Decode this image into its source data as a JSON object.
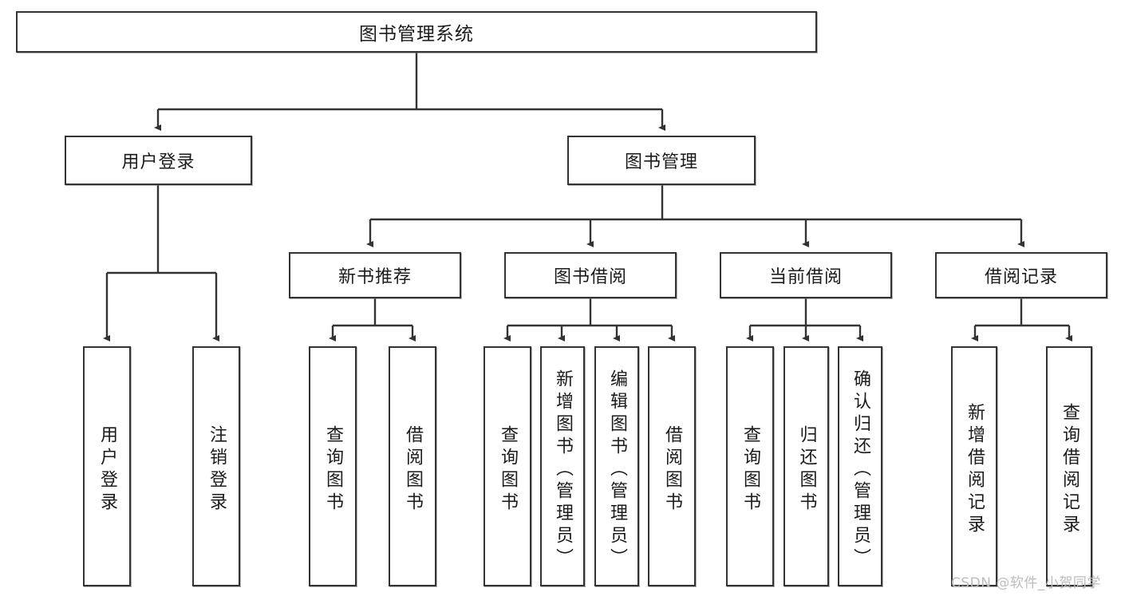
{
  "diagram": {
    "title": "图书管理系统",
    "type": "hierarchy-tree",
    "watermark": "CSDN @软件_小贺同学",
    "colors": {
      "box_border": "#333333",
      "box_fill": "#ffffff",
      "line": "#333333",
      "text": "#1b1b1b",
      "watermark": "#bdbdbd"
    },
    "nodes": {
      "root": {
        "label": "图书管理系统"
      },
      "level2": [
        {
          "label": "用户登录"
        },
        {
          "label": "图书管理"
        }
      ],
      "level3": [
        {
          "label": "新书推荐"
        },
        {
          "label": "图书借阅"
        },
        {
          "label": "当前借阅"
        },
        {
          "label": "借阅记录"
        }
      ],
      "leaves": {
        "user_login": [
          {
            "label": "用户登录"
          },
          {
            "label": "注销登录"
          }
        ],
        "new_book_recommend": [
          {
            "label": "查询图书"
          },
          {
            "label": "借阅图书"
          }
        ],
        "book_borrow": [
          {
            "label": "查询图书"
          },
          {
            "label": "新增图书（管理员）"
          },
          {
            "label": "编辑图书（管理员）"
          },
          {
            "label": "借阅图书"
          }
        ],
        "current_borrow": [
          {
            "label": "查询图书"
          },
          {
            "label": "归还图书"
          },
          {
            "label": "确认归还（管理员）"
          }
        ],
        "borrow_record": [
          {
            "label": "新增借阅记录"
          },
          {
            "label": "查询借阅记录"
          }
        ]
      }
    }
  }
}
